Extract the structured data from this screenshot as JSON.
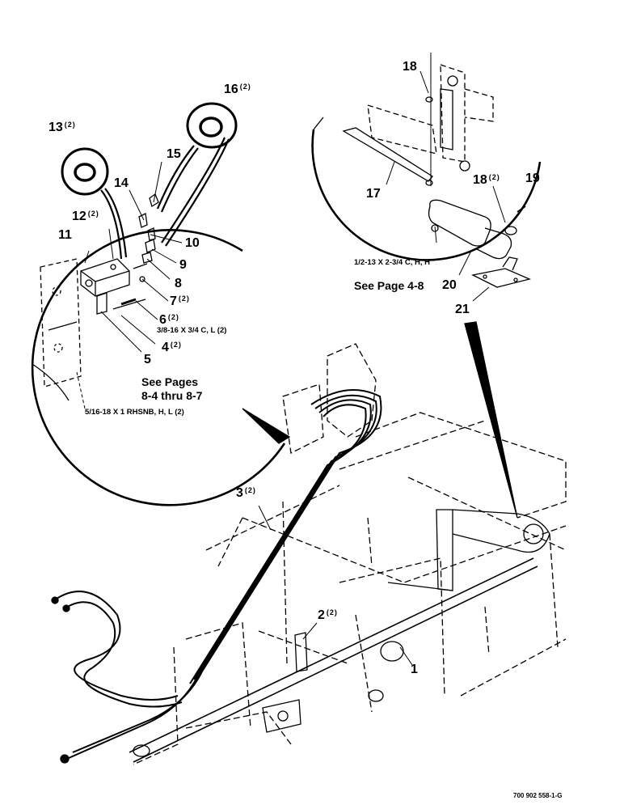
{
  "callouts": {
    "c1": {
      "num": "1",
      "qty": ""
    },
    "c2": {
      "num": "2",
      "qty": "(2)"
    },
    "c3": {
      "num": "3",
      "qty": "(2)"
    },
    "c4": {
      "num": "4",
      "qty": "(2)"
    },
    "c5": {
      "num": "5",
      "qty": ""
    },
    "c6": {
      "num": "6",
      "qty": "(2)"
    },
    "c7": {
      "num": "7",
      "qty": "(2)"
    },
    "c8": {
      "num": "8",
      "qty": ""
    },
    "c9": {
      "num": "9",
      "qty": ""
    },
    "c10": {
      "num": "10",
      "qty": ""
    },
    "c11": {
      "num": "11",
      "qty": ""
    },
    "c12": {
      "num": "12",
      "qty": "(2)"
    },
    "c13": {
      "num": "13",
      "qty": "(2)"
    },
    "c14": {
      "num": "14",
      "qty": ""
    },
    "c15": {
      "num": "15",
      "qty": ""
    },
    "c16": {
      "num": "16",
      "qty": "(2)"
    },
    "c17": {
      "num": "17",
      "qty": ""
    },
    "c18a": {
      "num": "18",
      "qty": ""
    },
    "c18b": {
      "num": "18",
      "qty": "(2)"
    },
    "c19": {
      "num": "19",
      "qty": ""
    },
    "c20": {
      "num": "20",
      "qty": ""
    },
    "c21": {
      "num": "21",
      "qty": ""
    }
  },
  "hardware": {
    "bolt_left": "5/16-18 X 1 RHSNB, H, L (2)",
    "bolt_mid": "3/8-16 X 3/4 C, L (2)",
    "bolt_right": "1/2-13 X 2-3/4 C, H, H"
  },
  "refs": {
    "left_line1": "See Pages",
    "left_line2": "8-4 thru 8-7",
    "right": "See Page 4-8"
  },
  "drawing_number": "700 902 558-1-G"
}
